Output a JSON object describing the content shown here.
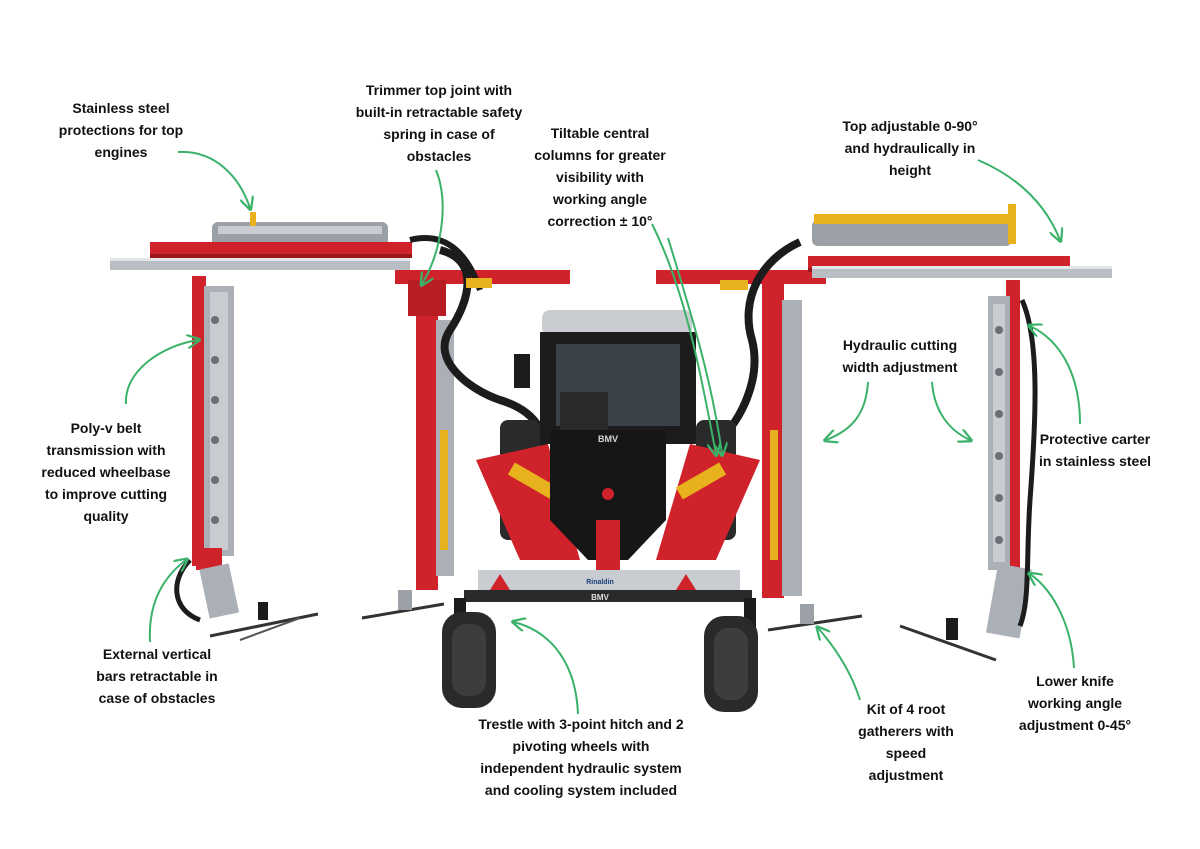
{
  "colors": {
    "frame_red": "#d0222a",
    "dark_red": "#9c1519",
    "steel": "#b9bec4",
    "arrow_green": "#3bb26a",
    "yellow_cylinder": "#e8b21e",
    "cab_black": "#1c1c1c",
    "tire_black": "#2a2a2a"
  },
  "brand": {
    "shield_logo": "BMV",
    "bar_logo": "BMV",
    "maker_logo": "Rinaldin"
  },
  "callouts": [
    {
      "id": "stainless-protections",
      "text": "Stainless steel\nprotections for top\nengines"
    },
    {
      "id": "trimmer-top-joint",
      "text": "Trimmer top joint with\nbuilt-in retractable safety\nspring in case of\nobstacles"
    },
    {
      "id": "tiltable-columns",
      "text": "Tiltable central\ncolumns for greater\nvisibility with\nworking angle\ncorrection ± 10°"
    },
    {
      "id": "top-adjustable",
      "text": "Top adjustable 0-90°\nand hydraulically in\nheight"
    },
    {
      "id": "poly-v-belt",
      "text": "Poly-v belt\ntransmission with\nreduced wheelbase\nto improve cutting\nquality"
    },
    {
      "id": "hydraulic-width",
      "text": "Hydraulic cutting\nwidth adjustment"
    },
    {
      "id": "protective-carter",
      "text": "Protective carter\nin stainless steel"
    },
    {
      "id": "external-bars",
      "text": "External vertical\nbars retractable in\ncase of obstacles"
    },
    {
      "id": "trestle",
      "text": "Trestle with 3-point hitch and 2\npivoting wheels with\nindependent hydraulic system\nand cooling system included"
    },
    {
      "id": "root-gatherers",
      "text": "Kit of 4 root\ngatherers with\nspeed\nadjustment"
    },
    {
      "id": "lower-knife",
      "text": "Lower knife\nworking angle\nadjustment 0-45°"
    }
  ]
}
